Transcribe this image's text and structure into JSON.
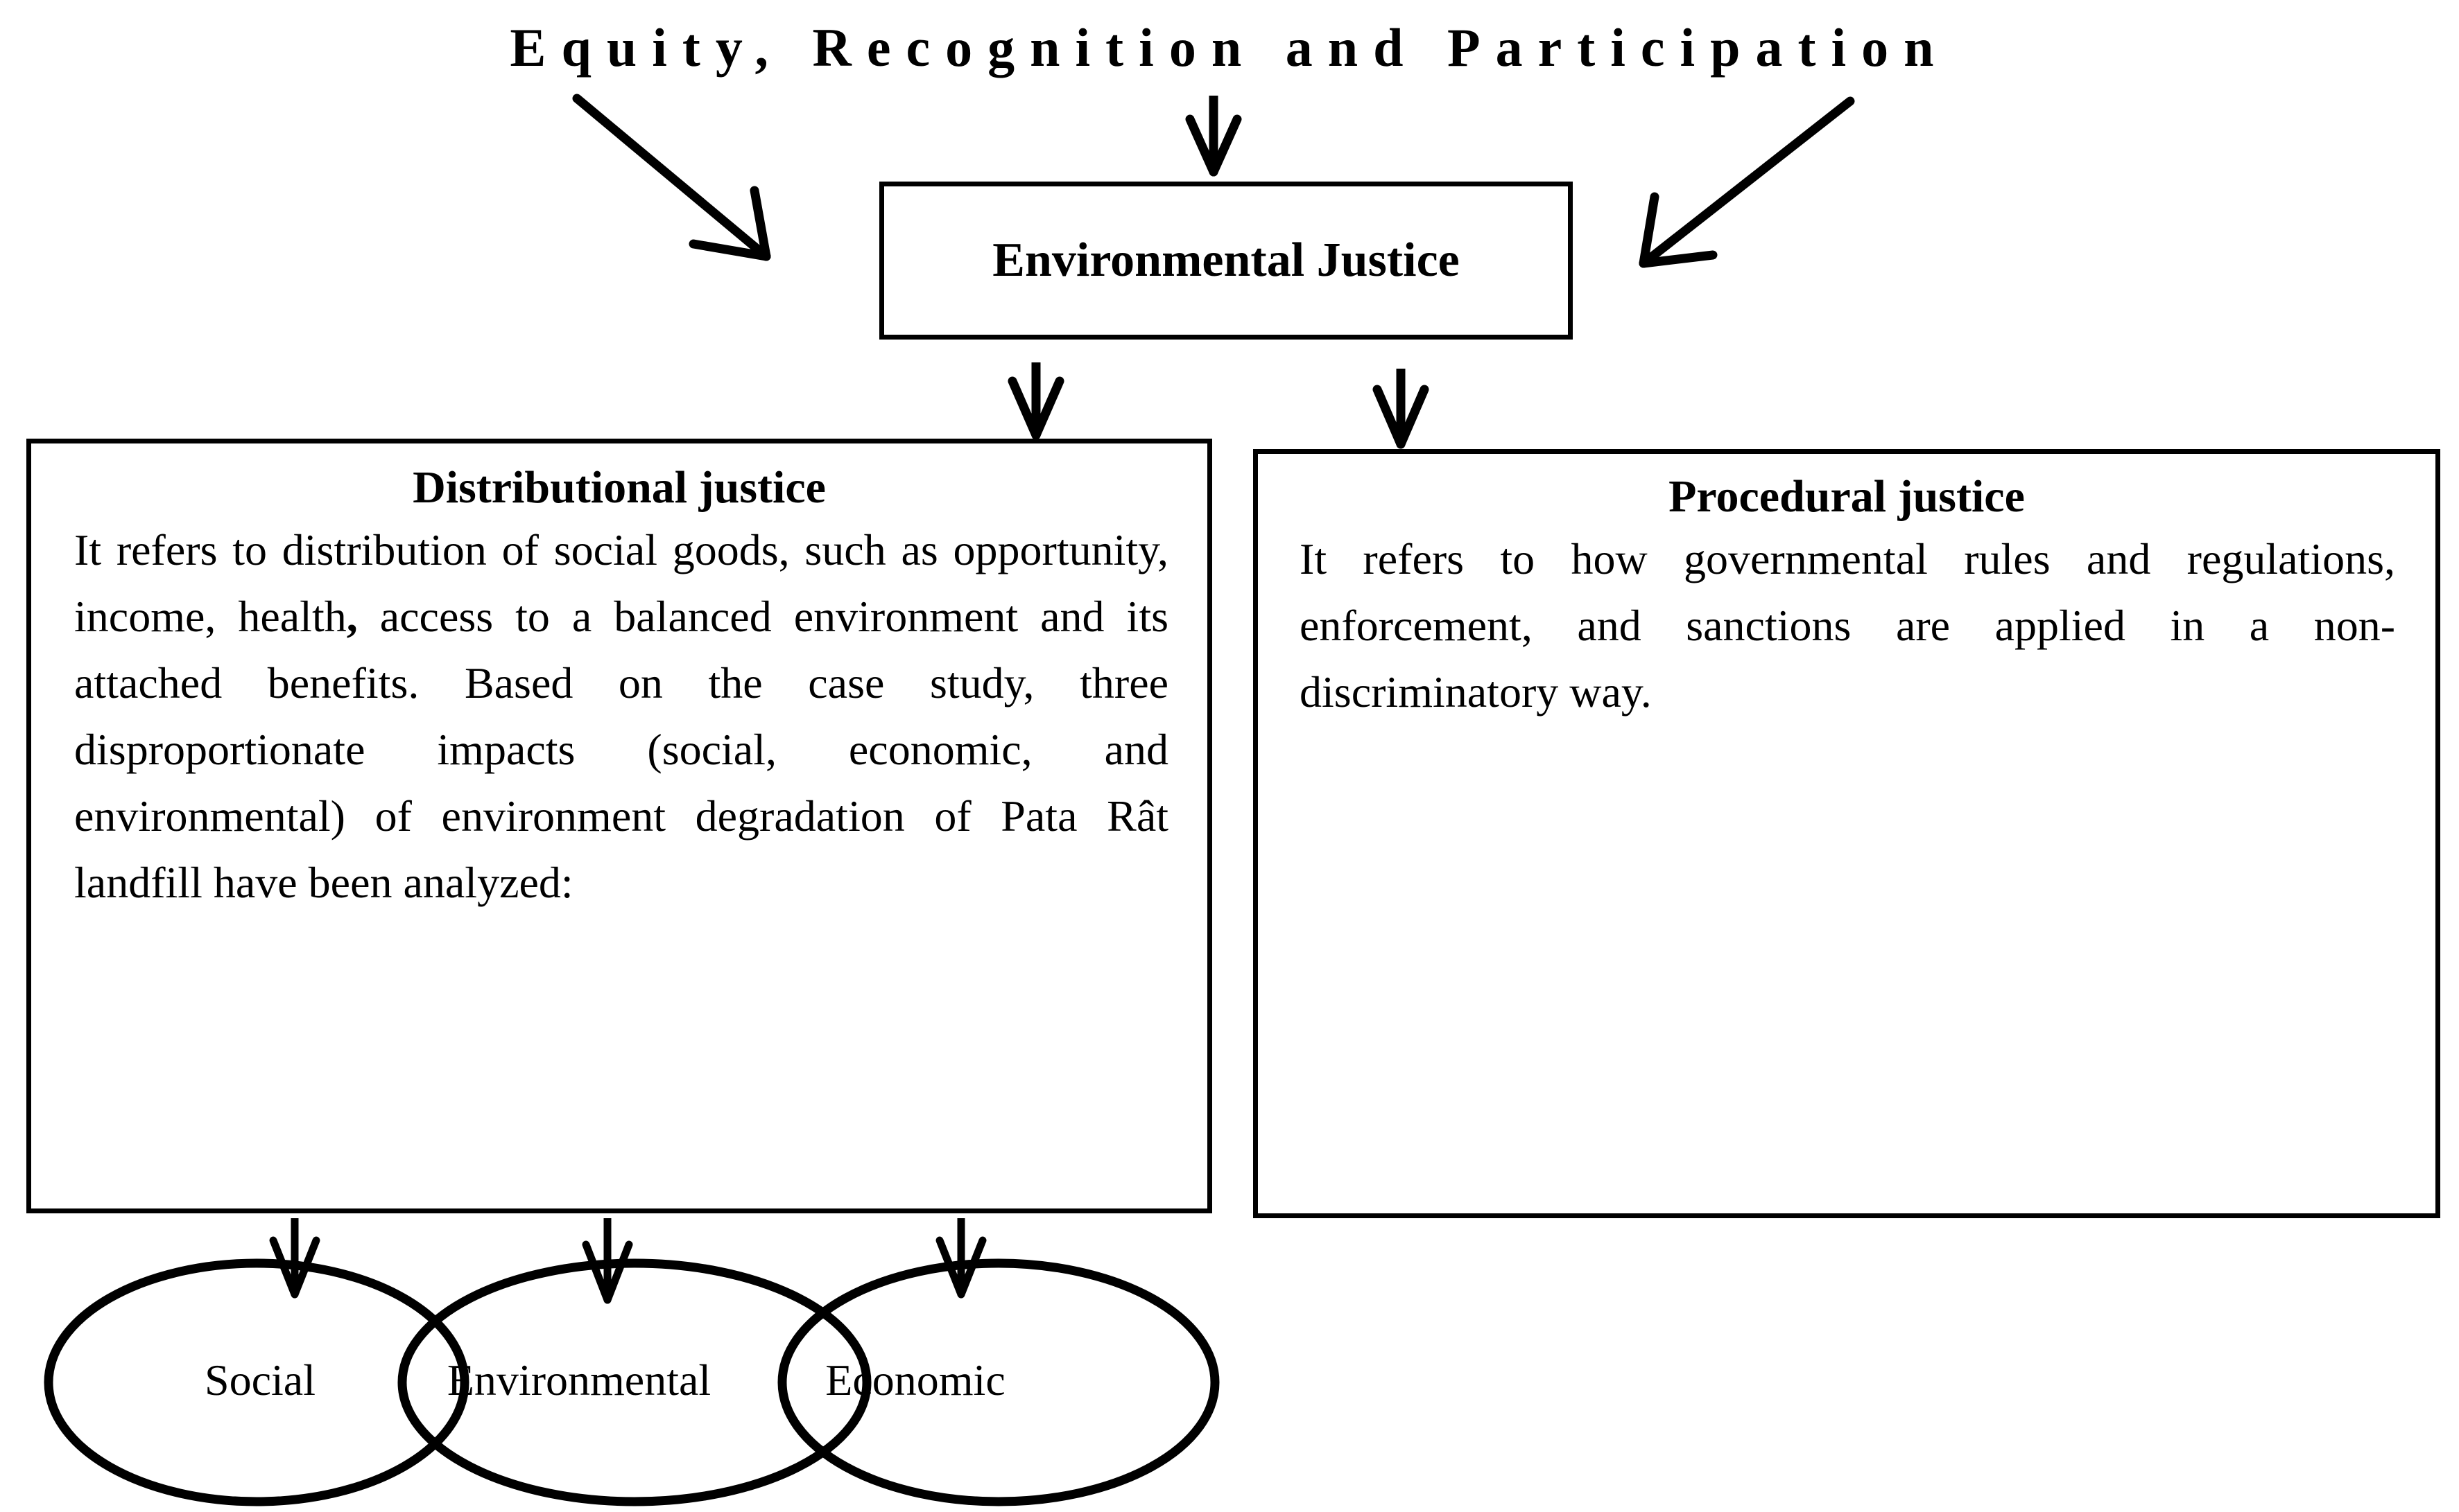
{
  "title": "Equity, Recognition and Participation",
  "root_box": {
    "label": "Environmental Justice"
  },
  "columns": [
    {
      "heading": "Distributional justice",
      "body_before_comma": "It refers to distribution of social goods, such as opportunity, income, health",
      "body_comma": ",",
      "body_after_comma": " access to a balanced environment and its attached benefits. Based on the case study, three disproportionate impacts (social, economic, and environmental) of environment degradation of Pata Rât landfill have been analyzed:",
      "full_text": "It refers to distribution of social goods, such as opportunity, income, health, access to a balanced environment and its attached benefits. Based on the case study, three disproportionate impacts (social, economic, and environmental) of environment degradation of Pata Rât landfill have been analyzed:"
    },
    {
      "heading": "Procedural justice",
      "body": "It refers to how governmental rules and regulations, enforcement, and sanctions are applied in a non-discriminatory way."
    }
  ],
  "venn": {
    "items": [
      {
        "label": "Social"
      },
      {
        "label": "Environmental"
      },
      {
        "label": "Economic"
      }
    ]
  },
  "colors": {
    "stroke": "#000000",
    "background": "#ffffff"
  }
}
